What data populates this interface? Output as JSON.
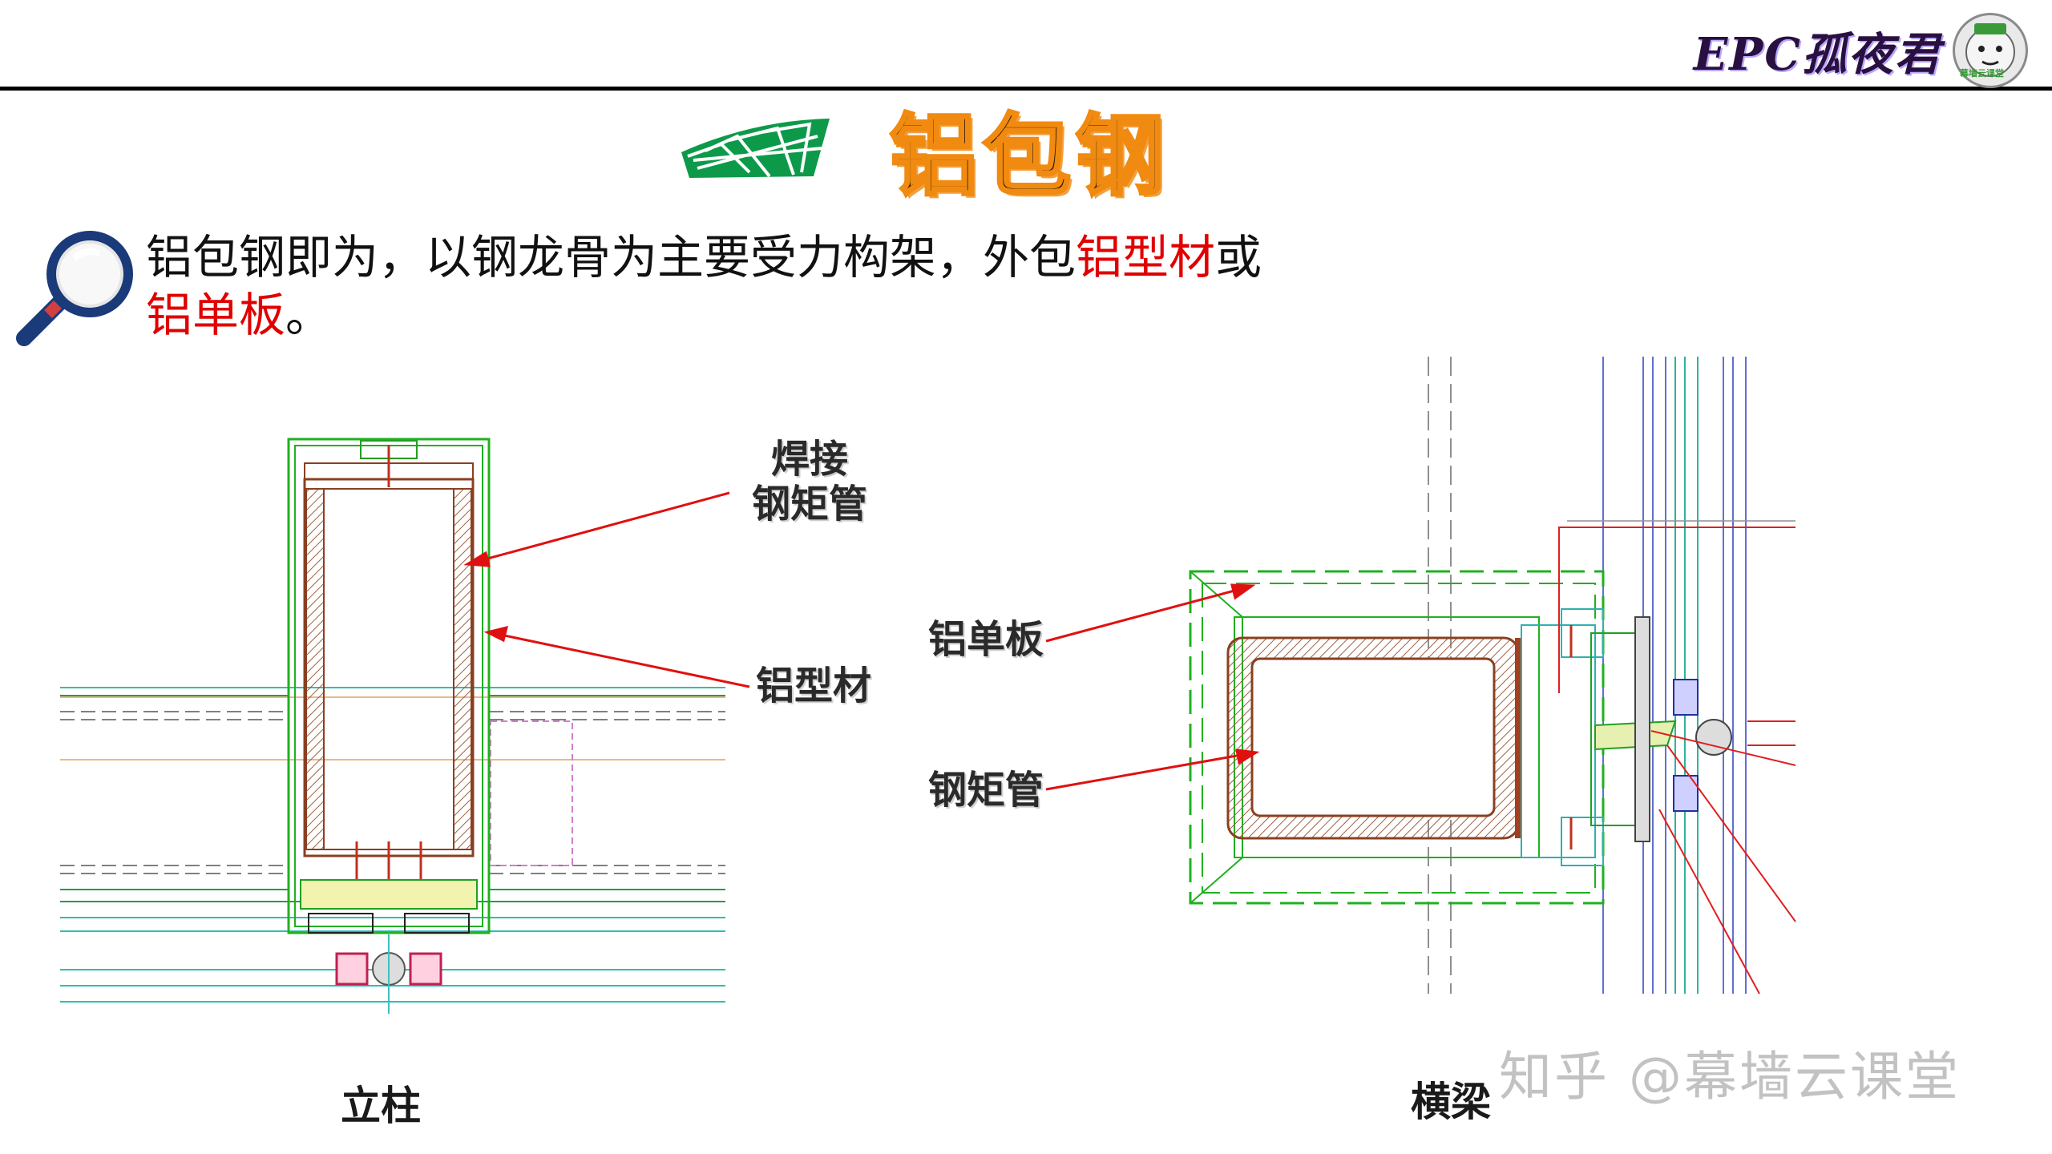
{
  "header": {
    "brand_text": "EPC孤夜君",
    "avatar_text": "幕墙云课堂"
  },
  "title": {
    "text": "铝包钢"
  },
  "intro": {
    "part1": "铝包钢即为，以钢龙骨为主要受力构架，外包",
    "part2_red": "铝型材",
    "part3": "或",
    "part4_red": "铝单板",
    "part5": "。"
  },
  "callouts": {
    "welded_steel_tube": "焊接\n钢矩管",
    "aluminum_profile": "铝型材",
    "aluminum_panel": "铝单板",
    "steel_tube": "钢矩管"
  },
  "captions": {
    "mullion": "立柱",
    "transom": "横梁"
  },
  "watermark": "知乎 @幕墙云课堂",
  "colors": {
    "accent_red": "#e00000",
    "title_orange": "#f08a10",
    "green_line": "#20b020"
  },
  "icons": [
    "magnifier-icon",
    "stadium-logo-icon",
    "avatar-icon"
  ]
}
